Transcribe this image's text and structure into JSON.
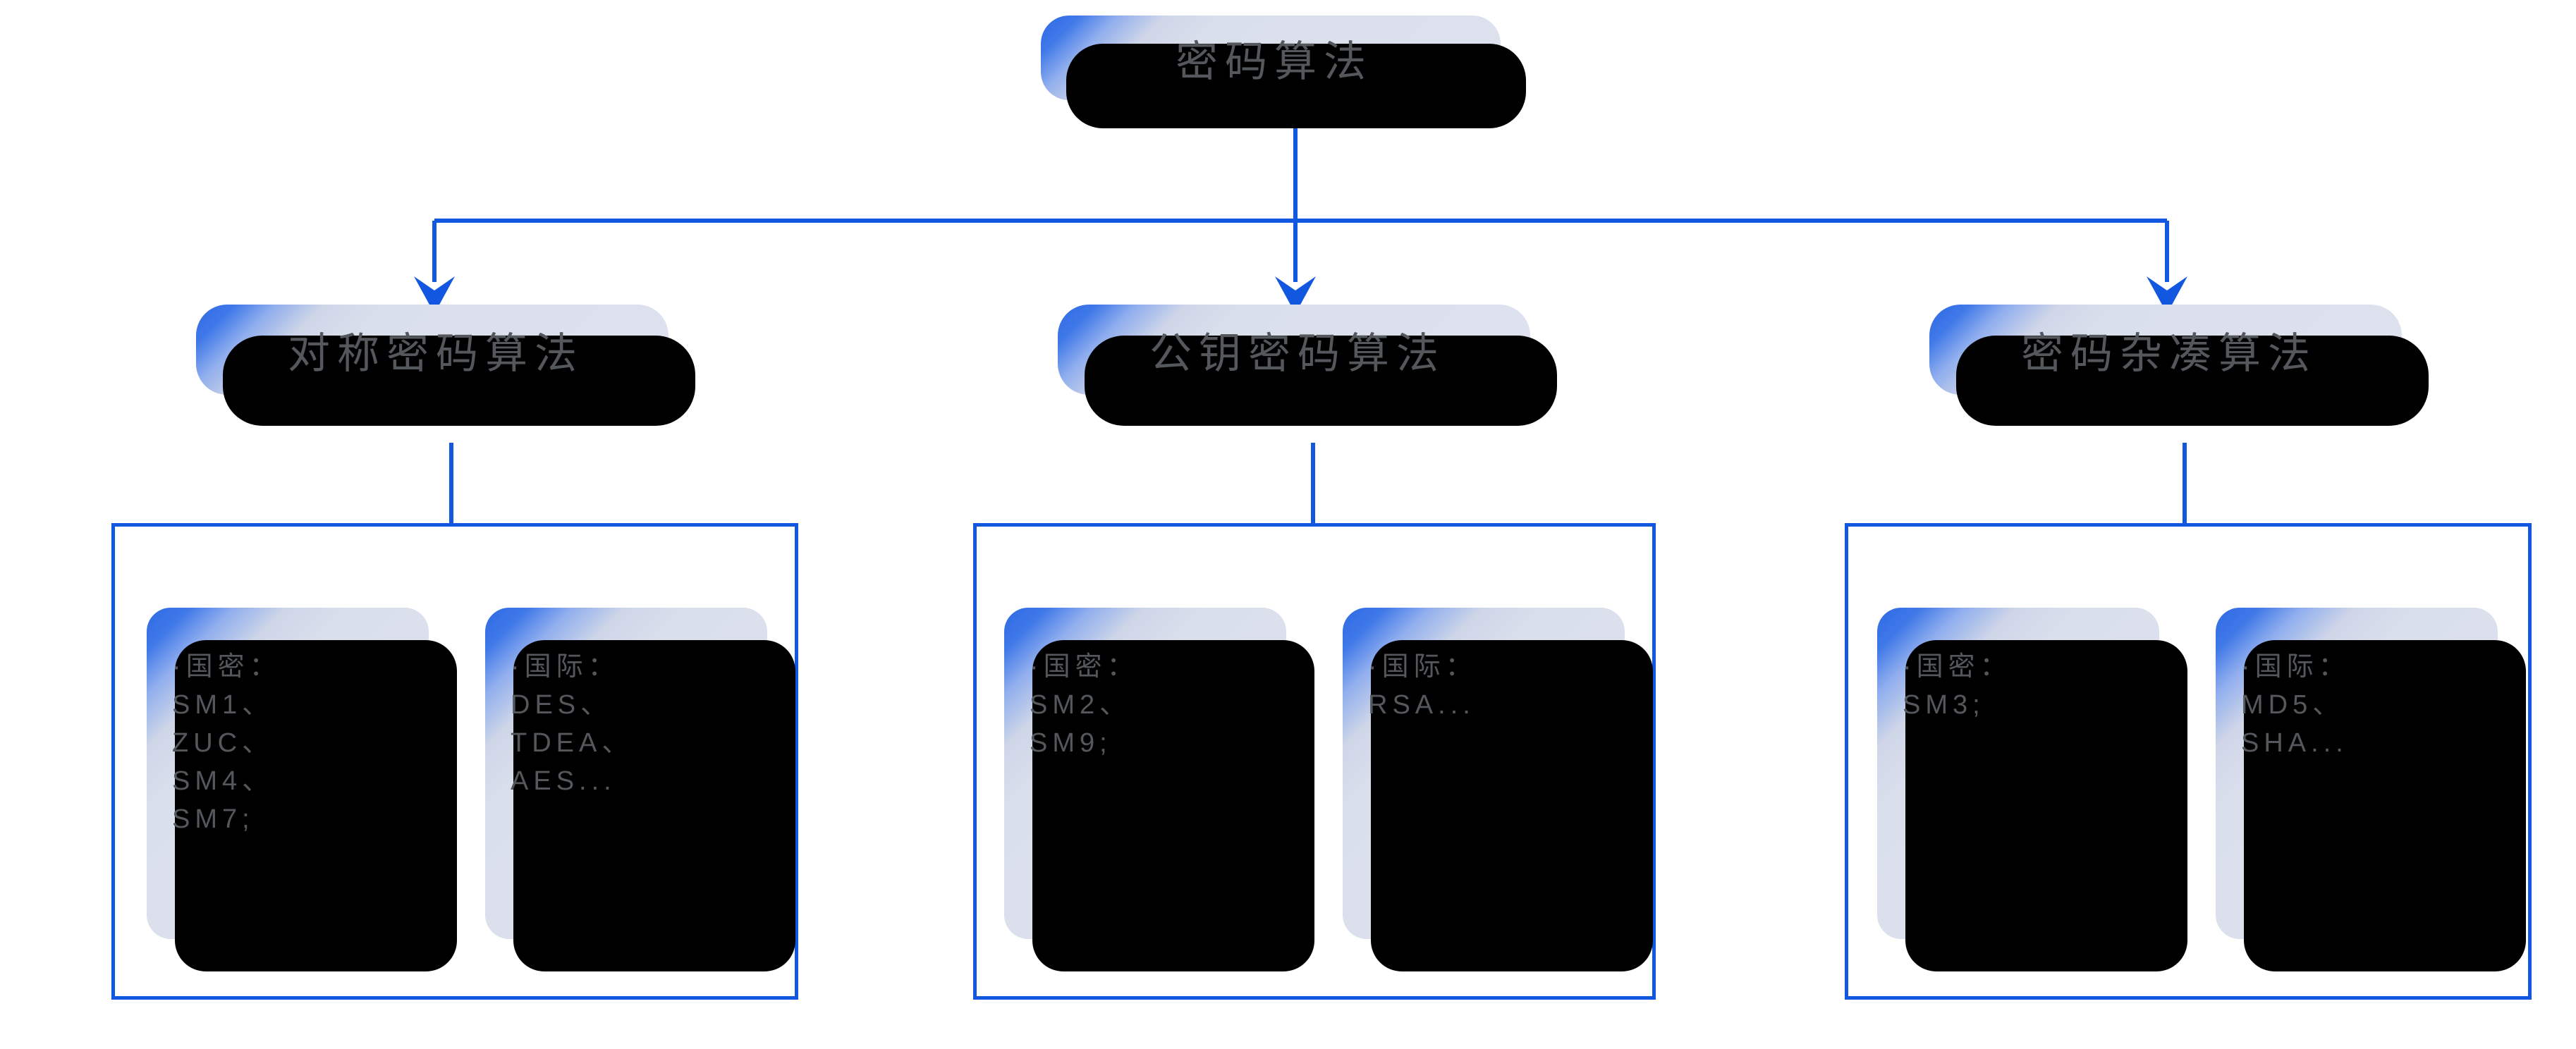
{
  "diagram": {
    "title_node": {
      "id": "root",
      "label": "密码算法"
    },
    "colors": {
      "connector_blue": "#1257e0",
      "card_accent_blue": "#2f6ae6",
      "card_body": "#dee2ee",
      "card_shadow": "#000000",
      "text_gray": "#54585c",
      "background": "#ffffff"
    },
    "branches": [
      {
        "id": "symmetric",
        "label": "对称密码算法",
        "leaves": [
          {
            "id": "symmetric-domestic",
            "text": "·国密：\nSM1、\nZUC、\nSM4、\nSM7;"
          },
          {
            "id": "symmetric-international",
            "text": "·国际：\nDES、\nTDEA、\nAES..."
          }
        ]
      },
      {
        "id": "public-key",
        "label": "公钥密码算法",
        "leaves": [
          {
            "id": "public-key-domestic",
            "text": "·国密：\nSM2、\nSM9;"
          },
          {
            "id": "public-key-international",
            "text": "·国际：\nRSA..."
          }
        ]
      },
      {
        "id": "hash",
        "label": "密码杂凑算法",
        "leaves": [
          {
            "id": "hash-domestic",
            "text": "·国密：\nSM3;"
          },
          {
            "id": "hash-international",
            "text": "·国际：\nMD5、\nSHA..."
          }
        ]
      }
    ]
  }
}
